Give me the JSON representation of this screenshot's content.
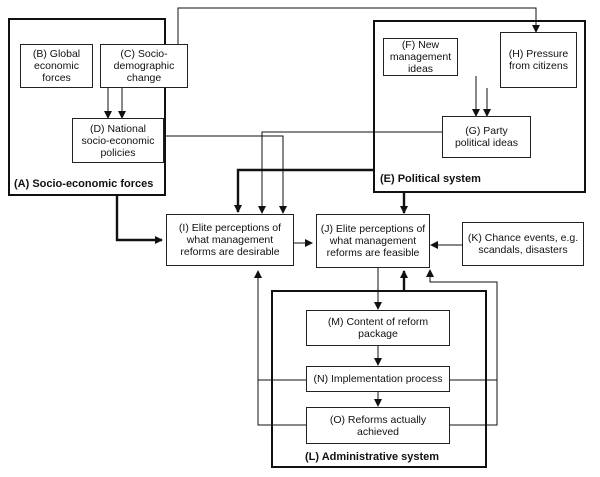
{
  "frames": {
    "socio_economic": "(A) Socio-economic forces",
    "political": "(E) Political system",
    "administrative": "(L) Administrative system"
  },
  "boxes": {
    "b": "(B) Global\neconomic\nforces",
    "c": "(C) Socio-\ndemographic\nchange",
    "d": "(D) National\nsocio-economic\npolicies",
    "f": "(F) New\nmanagement\nideas",
    "h": "(H) Pressure\nfrom citizens",
    "g": "(G) Party\npolitical ideas",
    "i": "(I) Elite perceptions of\nwhat management\nreforms are desirable",
    "j": "(J) Elite perceptions of\nwhat management\nreforms are feasible",
    "k": "(K) Chance events, e.g.\nscandals, disasters",
    "m": "(M) Content of reform\npackage",
    "n": "(N) Implementation process",
    "o": "(O) Reforms actually\nachieved"
  },
  "colors": {
    "line": "#111111",
    "background": "#ffffff"
  }
}
